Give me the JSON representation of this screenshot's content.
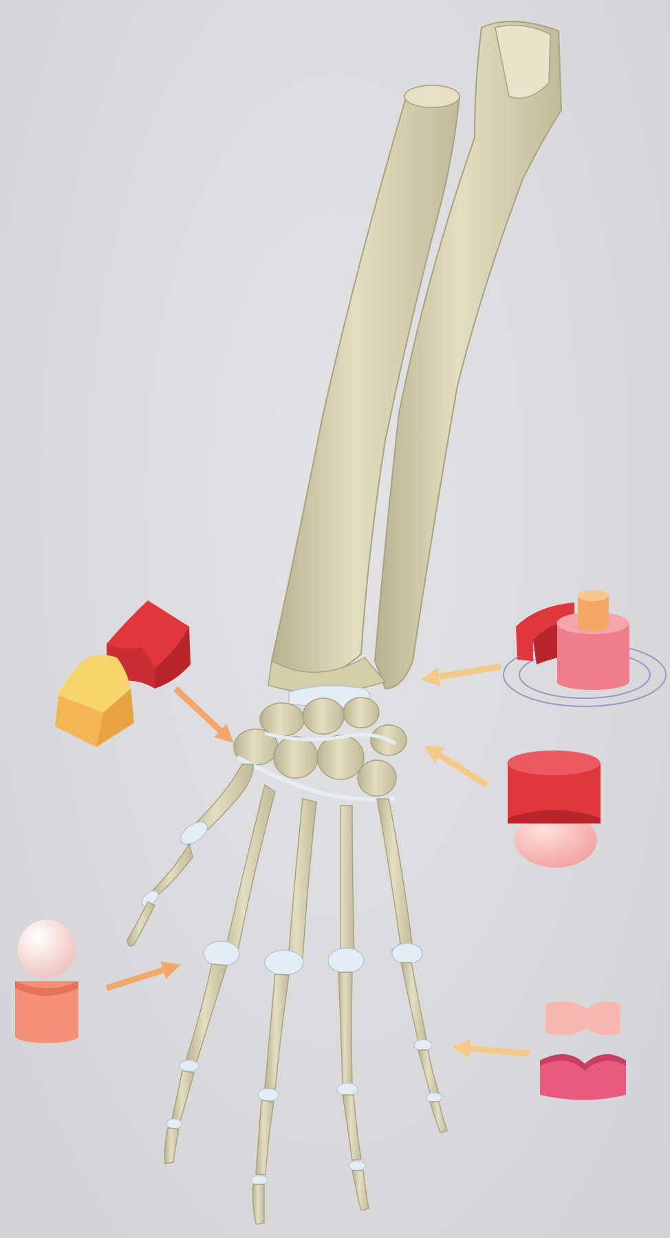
{
  "figure": {
    "background": "#dcdcde",
    "subject": "forearm-and-hand-skeleton",
    "colors": {
      "bone": "#dcd7b8",
      "bone_shadow": "#b7b090",
      "cartilage": "#e4ecf6",
      "arrow": "#f4c98a",
      "arrow_orange": "#f2a86c",
      "red": "#e0363d",
      "yellow": "#f5c25a",
      "pink": "#f07d8c",
      "light_pink": "#f7b8b2",
      "salmon": "#f39179",
      "magenta": "#e85a7e"
    }
  },
  "joint_models": [
    {
      "name": "saddle-joint-model",
      "pointer": "arrow-to-carpometacarpal"
    },
    {
      "name": "pivot-joint-model",
      "pointer": "arrow-to-distal-radioulnar"
    },
    {
      "name": "condyloid-joint-model",
      "pointer": "arrow-to-radiocarpal"
    },
    {
      "name": "ball-and-socket-joint-model",
      "pointer": "arrow-to-metacarpophalangeal"
    },
    {
      "name": "hinge-joint-model",
      "pointer": "arrow-to-interphalangeal"
    }
  ]
}
